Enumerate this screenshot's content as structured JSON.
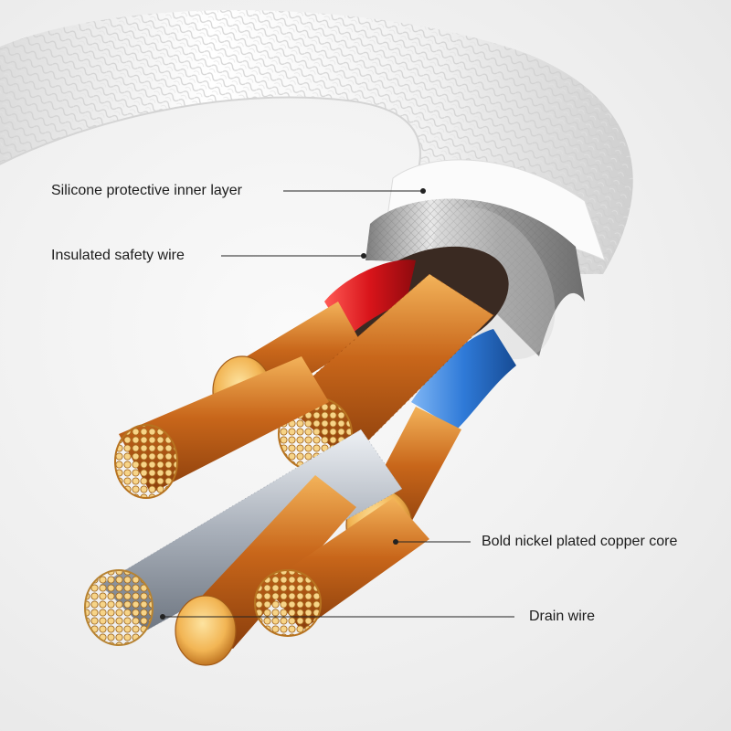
{
  "labels": {
    "silicone_layer": "Silicone protective inner layer",
    "safety_wire": "Insulated safety wire",
    "copper_core": "Bold nickel plated copper core",
    "drain_wire": "Drain wire"
  },
  "colors": {
    "background": "#f1f1f1",
    "braid": "#f4f4f4",
    "metal_shield": "#b8b8b8",
    "red_insulation": "#d8141a",
    "blue_insulation": "#2f7ad8",
    "copper": "#d97a20",
    "copper_end": "#f6c870",
    "silver_strand": "#c9ced6",
    "leader_line": "#222222"
  },
  "icons": [
    "braided-cable-icon",
    "copper-strand-icon",
    "callout-dot-icon"
  ]
}
